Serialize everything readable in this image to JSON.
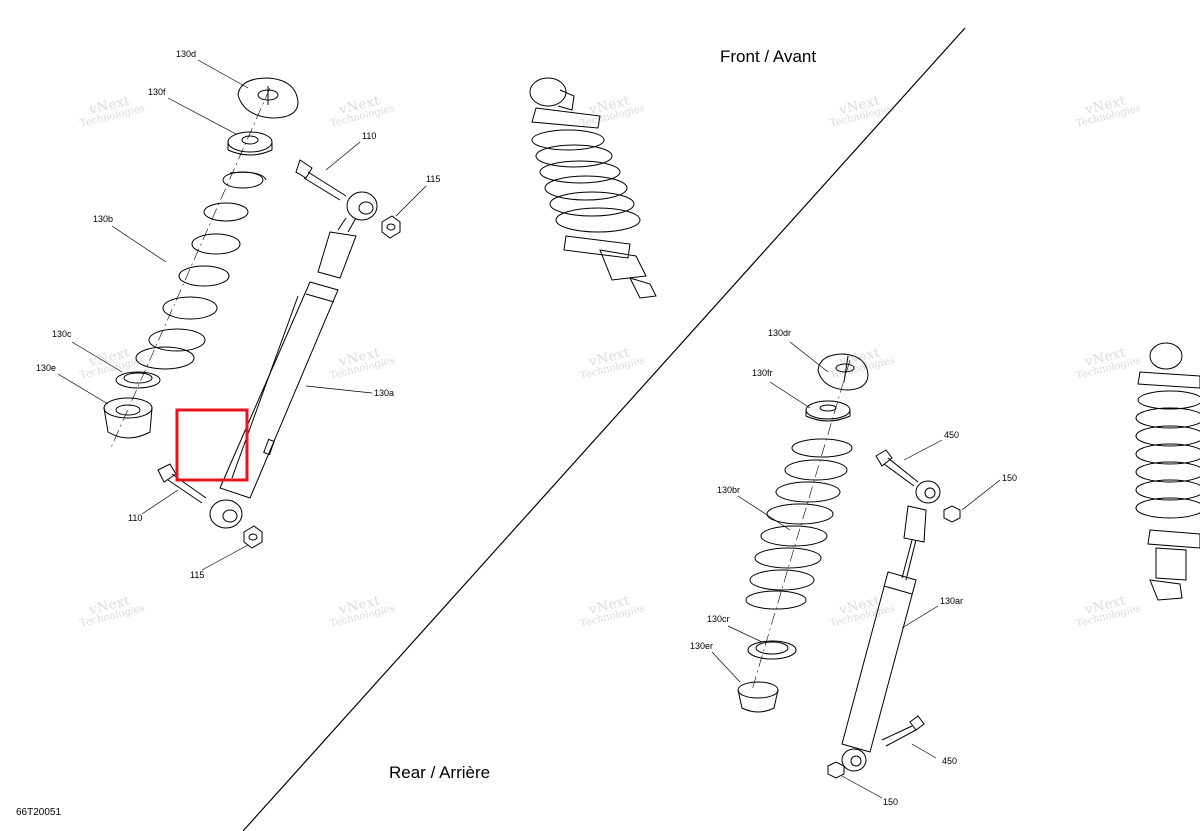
{
  "headings": {
    "front": "Front / Avant",
    "rear": "Rear / Arrière"
  },
  "drawing_code": "66T20051",
  "watermark": {
    "line1": "vNext",
    "line2": "Technologies"
  },
  "callouts": {
    "front": [
      "130d",
      "130f",
      "110",
      "115",
      "130b",
      "130c",
      "130e",
      "130a",
      "110",
      "115"
    ],
    "rear": [
      "130dr",
      "130fr",
      "450",
      "150",
      "130br",
      "130ar",
      "130cr",
      "130er",
      "450",
      "150"
    ]
  },
  "highlight_color": "#e8141c"
}
